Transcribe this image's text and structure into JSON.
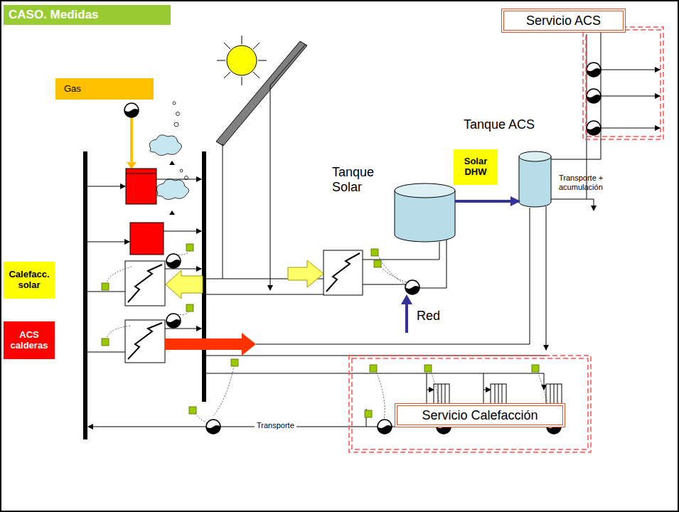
{
  "diagram": {
    "title": "CASO. Medidas",
    "nodes": [
      {
        "text": [
          "Servicio ACS"
        ]
      },
      {
        "text": [
          "Gas"
        ]
      },
      {
        "text": [
          "Tanque ACS"
        ]
      },
      {
        "text": [
          "Solar DHW"
        ]
      },
      {
        "text": [
          "Tanque Solar"
        ]
      },
      {
        "text": [
          "Calefacc. solar"
        ]
      },
      {
        "text": [
          "ACS calderas"
        ]
      },
      {
        "text": [
          "Servicio Calefacción"
        ]
      }
    ],
    "edges": [
      {
        "from": 4,
        "to": 2,
        "arrow": "to"
      },
      {
        "from": 2,
        "to": 0,
        "arrow": "none"
      }
    ],
    "labels": [
      "Transporte + acumulación",
      "Red",
      "Transporte"
    ]
  }
}
